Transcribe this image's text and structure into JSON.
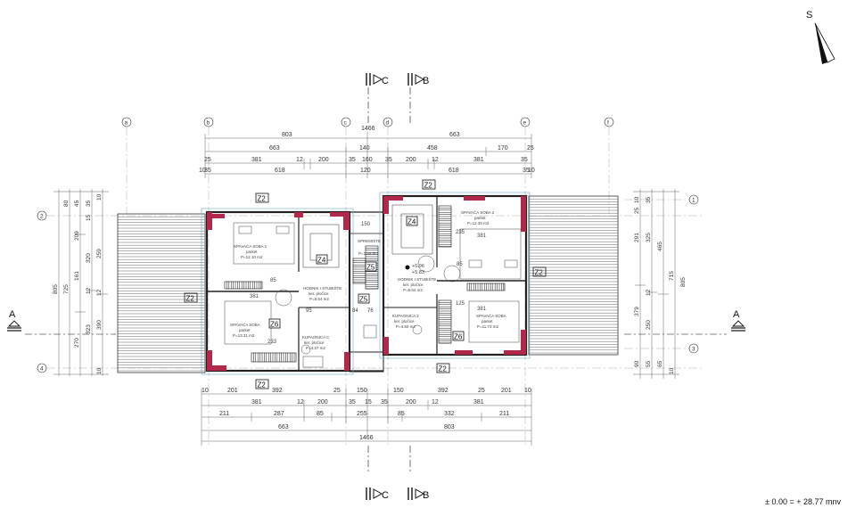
{
  "north_label": "S",
  "level_note": "± 0.00 = + 28.77 mnv",
  "sections": {
    "c": "C",
    "b": "B",
    "a": "A"
  },
  "axes": {
    "cols": [
      "a",
      "b",
      "c",
      "d",
      "e",
      "f"
    ],
    "rows": [
      "1",
      "2",
      "3",
      "4"
    ]
  },
  "dims_top": {
    "row1": [
      "803",
      "1466",
      "663"
    ],
    "row2": [
      "663",
      "140",
      "458",
      "170"
    ],
    "row3": [
      "381",
      "12",
      "200",
      "35",
      "160",
      "35",
      "200",
      "12",
      "381",
      "35"
    ],
    "row4": [
      "618",
      "120",
      "618"
    ],
    "edge": [
      "10",
      "25",
      "35",
      "35",
      "25",
      "10"
    ]
  },
  "dims_bottom": {
    "row1": [
      "10",
      "201",
      "392",
      "25",
      "150",
      "150",
      "392",
      "25",
      "201",
      "10"
    ],
    "row2": [
      "381",
      "12",
      "200",
      "35",
      "15",
      "35",
      "200",
      "12",
      "381"
    ],
    "row3": [
      "211",
      "287",
      "85",
      "255",
      "85",
      "332",
      "211"
    ],
    "row4": [
      "663",
      "803"
    ],
    "row5": [
      "1466"
    ]
  },
  "dims_left": {
    "col1": [
      "805"
    ],
    "col2": [
      "725"
    ],
    "col3": [
      "209",
      "161",
      "270"
    ],
    "col4": [
      "320",
      "12",
      "323"
    ],
    "col5": [
      "259",
      "390"
    ],
    "edge": [
      "10",
      "80",
      "45",
      "35",
      "15",
      "12",
      "10"
    ]
  },
  "dims_right": {
    "col1": [
      "291",
      "379",
      "90"
    ],
    "col2": [
      "325",
      "12",
      "250"
    ],
    "col3": [
      "465",
      "715"
    ],
    "col4": [
      "805"
    ],
    "edge": [
      "10",
      "25",
      "35",
      "55",
      "65",
      "10"
    ]
  },
  "tags": {
    "z2": "Z2",
    "z4": "Z4",
    "z5": "Z5",
    "z6": "Z6"
  },
  "rooms": {
    "bed1": {
      "name": "SPAVAĆA SOBA 1",
      "floor": "parket",
      "area": "P=12.10 m2"
    },
    "bed2": {
      "name": "SPAVAĆA SOBA 2",
      "floor": "parket",
      "area": "P=12.30 m2"
    },
    "bed3": {
      "name": "SPAVAĆA SOBA",
      "floor": "parket",
      "area": "P=13.31 m2"
    },
    "bed4": {
      "name": "SPAVAĆA SOBA",
      "floor": "parket",
      "area": "P=11.73 m2"
    },
    "hall1": {
      "name": "HODNIK I STUBIŠTE",
      "floor": "ker. pločice",
      "area": "P=8.54 m2"
    },
    "hall2": {
      "name": "HODNIK I STUBIŠTE",
      "floor": "ker. pločice",
      "area": "P=8.64 m2"
    },
    "bath1": {
      "name": "KUPAONICA C",
      "floor": "ker. pločice",
      "area": "P=4.37 m2"
    },
    "bath2": {
      "name": "KUPAONICA 2",
      "floor": "ker. pločice",
      "area": "P=4.50 m2"
    },
    "store": {
      "name": "SPREMIŠTE",
      "area": "P=1.89 m2"
    }
  },
  "levels": [
    "+5.96",
    "+5.83"
  ],
  "misc": {
    "m381": "381",
    "m85": "85",
    "m95": "95",
    "m233": "233",
    "m235": "235",
    "m125": "125",
    "m150": "150",
    "m84": "84",
    "m76": "76"
  }
}
